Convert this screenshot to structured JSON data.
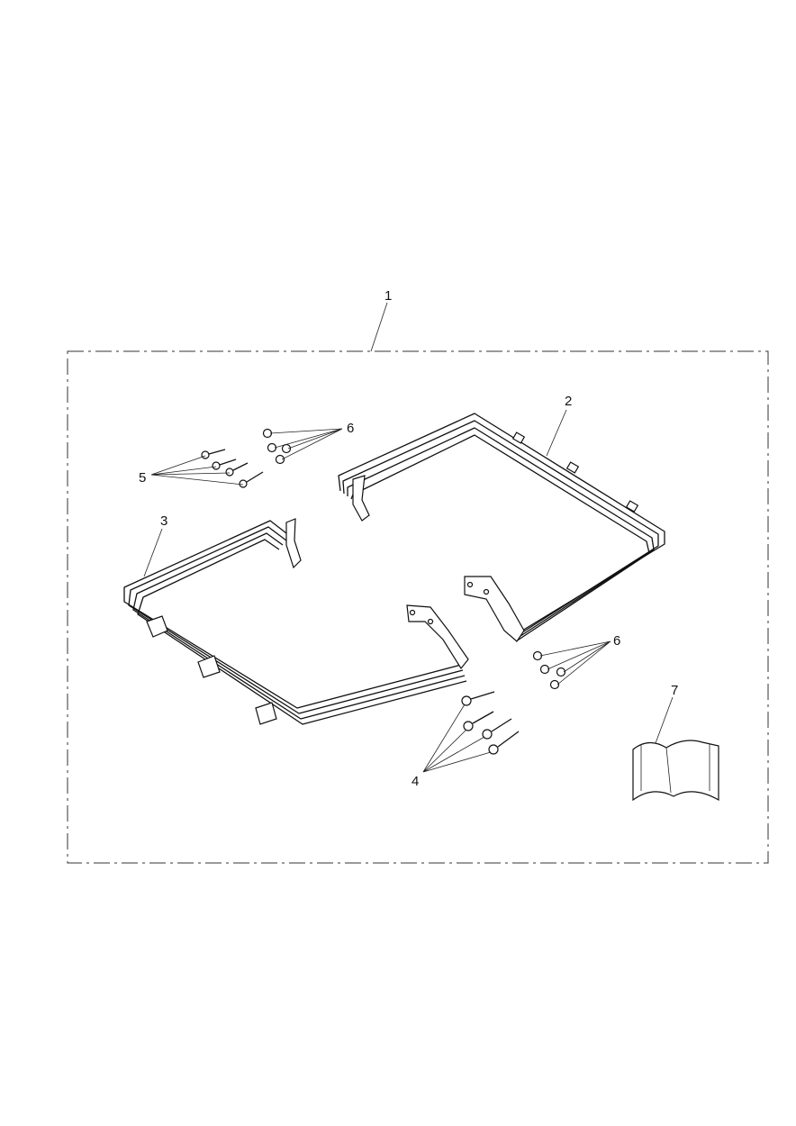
{
  "diagram": {
    "callouts": {
      "kit": "1",
      "right_frame": "2",
      "left_frame": "3",
      "bolts_lower": "4",
      "bolts_upper": "5",
      "nuts_upper": "6",
      "nuts_lower": "6",
      "instructions": "7"
    }
  }
}
